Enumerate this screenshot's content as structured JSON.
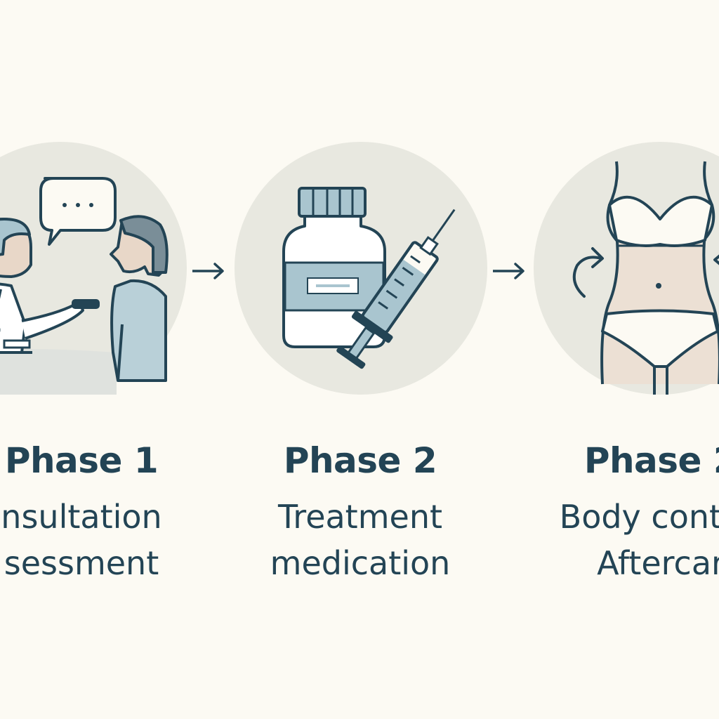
{
  "steps": [
    {
      "title": "Phase 1",
      "lines": [
        "nsultation",
        "sessment"
      ],
      "icon": "consultation-icon"
    },
    {
      "title": "Phase 2",
      "lines": [
        "Treatment",
        "medication"
      ],
      "icon": "medication-syringe-icon"
    },
    {
      "title": "Phase 2",
      "lines": [
        "Body contou",
        "Aftercar"
      ],
      "icon": "body-contour-icon"
    }
  ],
  "colors": {
    "background": "#fcfaf3",
    "circle": "#e8e8e0",
    "ink": "#234455",
    "accent_blue": "#a9c5cf",
    "skin": "#e8d7c8"
  }
}
